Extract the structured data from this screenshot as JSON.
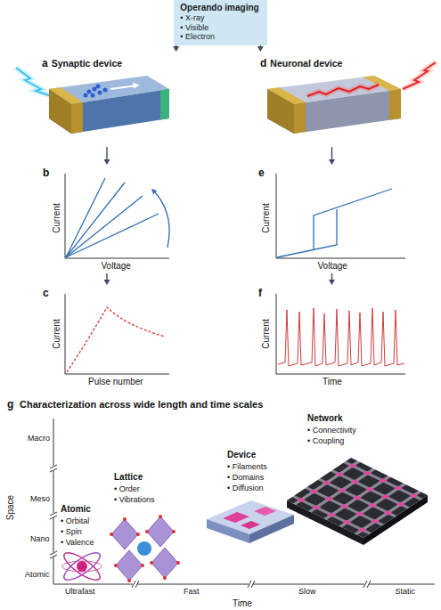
{
  "diagram": {
    "nodes": [
      {
        "text": [
          "Operando imaging",
          "• X-ray",
          "• Visible",
          "• Electron"
        ]
      },
      {
        "text": [
          "a",
          "Synaptic device"
        ]
      },
      {
        "text": [
          "b",
          "Current",
          "Voltage"
        ]
      },
      {
        "text": [
          "c",
          "Current",
          "Pulse number"
        ]
      },
      {
        "text": [
          "d",
          "Neuronal device"
        ]
      },
      {
        "text": [
          "e",
          "Current",
          "Voltage"
        ]
      },
      {
        "text": [
          "f",
          "Current",
          "Time"
        ]
      }
    ],
    "edges": [
      {
        "from": 0,
        "to": 1,
        "arrow": "to"
      },
      {
        "from": 0,
        "to": 4,
        "arrow": "to"
      },
      {
        "from": 1,
        "to": 2,
        "arrow": "to"
      },
      {
        "from": 2,
        "to": 3,
        "arrow": "to"
      },
      {
        "from": 4,
        "to": 5,
        "arrow": "to"
      },
      {
        "from": 5,
        "to": 6,
        "arrow": "to"
      }
    ],
    "labels": [
      "g",
      "Characterization across wide length and time scales",
      "Space",
      "Macro",
      "Meso",
      "Nano",
      "Atomic",
      "Atomic",
      "• Orbital",
      "• Spin",
      "• Valence",
      "Lattice",
      "• Order",
      "• Vibrations",
      "Device",
      "• Filaments",
      "• Domains",
      "• Diffusion",
      "Network",
      "• Connectivity",
      "• Coupling",
      "Time",
      "Ultrafast",
      "Fast",
      "Slow",
      "Static"
    ]
  }
}
